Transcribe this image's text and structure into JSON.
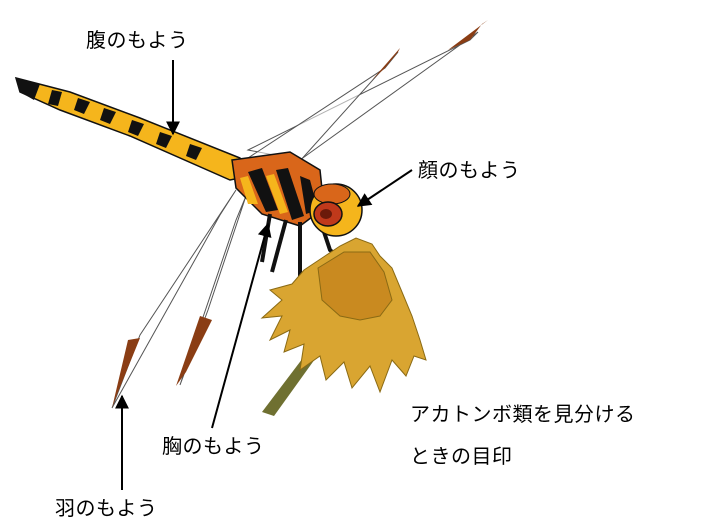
{
  "labels": {
    "abdomen_pattern": "腹のもよう",
    "face_pattern": "顔のもよう",
    "thorax_pattern": "胸のもよう",
    "wing_pattern": "羽のもよう"
  },
  "caption": {
    "line1": "アカトンボ類を見分ける",
    "line2": "ときの目印"
  },
  "colors": {
    "body_yellow": "#f5b51c",
    "body_orange": "#d9661a",
    "stripe_black": "#111111",
    "wing_tip_brown": "#8a3d14",
    "eye_red": "#c0391b",
    "flower_gold": "#d9a531",
    "stem_olive": "#6f7031"
  }
}
